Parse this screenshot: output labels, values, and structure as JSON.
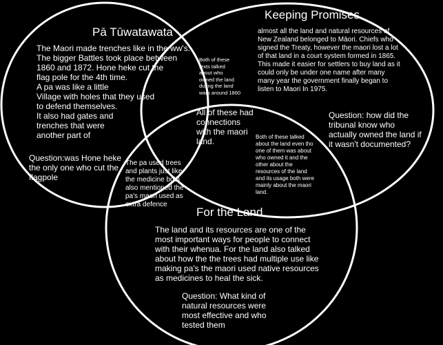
{
  "circles": {
    "pa": {
      "title": "Pā Tūwatawata",
      "text": "The Maori made trenches like in the ww's.\nThe bigger Battles took place between\n1860 and 1872. Hone heke cut the\nflag pole for the 4th time.\nA pa was like a little\nVillage with holes that they used\nto defend themselves.\nIt also had gates and\ntrenches that were\nanother part of",
      "question": "Question:was Hone heke\nthe only one who cut the\nflagpole"
    },
    "promises": {
      "title": "Keeping Promises",
      "text": "almost all the land and natural resources of\nNew Zealand belonged to Māori. Chiefs who\nsigned the Treaty, however the maori lost a lot\nof that land in a court system formed in 1865.\nThis made it easier for settlers to buy land as it\ncould only be under one name  after many\nmany year the government finally began to\nlisten to Maori In 1975.",
      "question": "Question: how did the\ntribunal know who\nactually  owned the land if\nit wasn't documented?"
    },
    "land": {
      "title": "For the Land",
      "text": "The land and its resources are one of the\nmost important ways for people to connect\nwith their whenua. For the land also talked\nabout how the the trees had multiple use like\nmaking pa's the maori used native resources\nas medicines to heal the sick.",
      "question": "Question: What kind of\nnatural resources were\nmost effective and who\ntested them"
    }
  },
  "overlaps": {
    "pa_promises": "Both of  these\ntexts talked\nabout who\nowned the land\nduring the land\nwars around 1860",
    "center": "All of these had\nconnections\nwith the maori\nland.",
    "promises_land": "Both of these talked\nabout the land even tho\none of them was about\nwho owned it and the\nother about the\nresources of the land\nand its usage both were\nmainly about the maori\nland.",
    "pa_land": "The pa used trees\nand plants just like\nthe medicine both\nalso mentioned the\npa's maori used as\nextra defence"
  },
  "colors": {
    "background": "#000000",
    "ring": "#ffffff",
    "text": "#ffffff"
  }
}
